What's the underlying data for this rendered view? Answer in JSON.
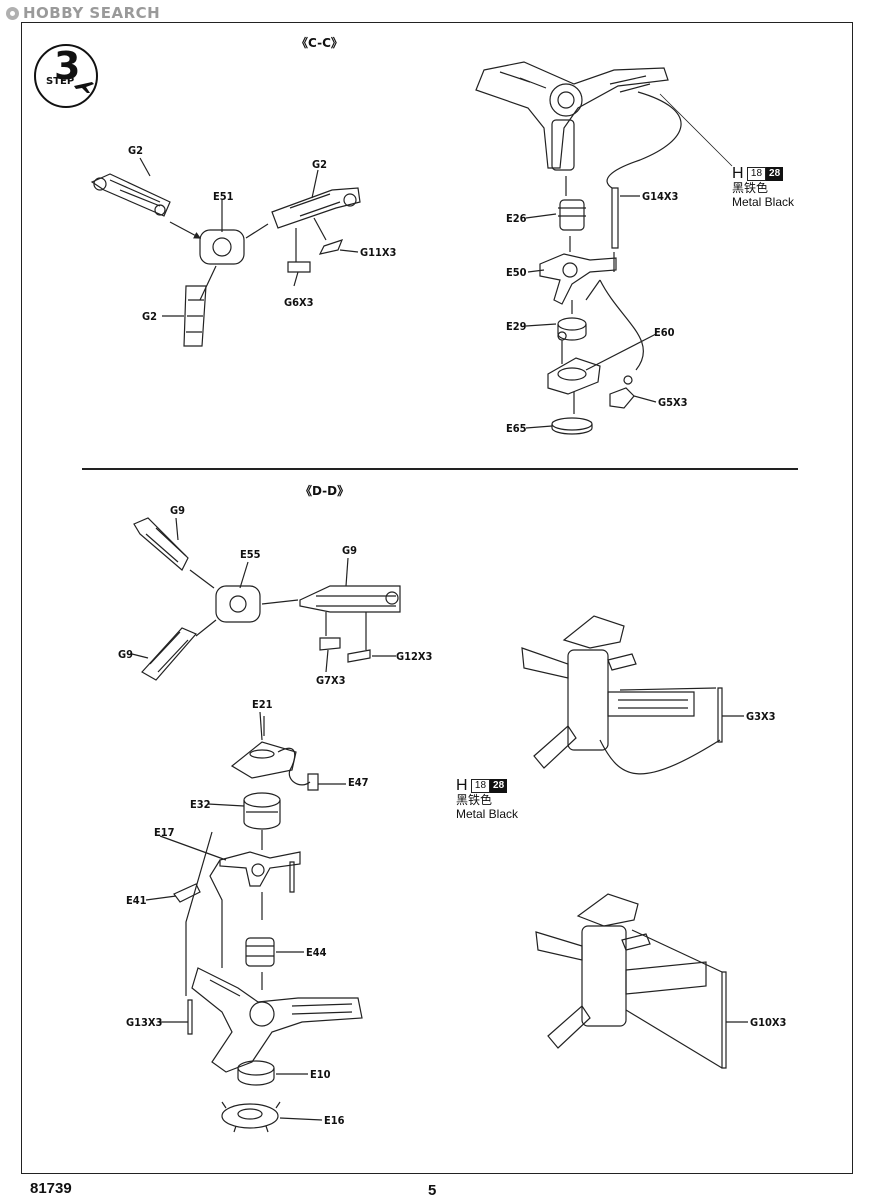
{
  "watermark": "HOBBY SEARCH",
  "step": {
    "number": "3",
    "label": "STEP"
  },
  "section_cc": "《C-C》",
  "section_dd": "《D-D》",
  "paint1": {
    "prefix": "H",
    "code1": "18",
    "code2": "28",
    "name_cn": "黑铁色",
    "name_en": "Metal  Black"
  },
  "paint2": {
    "prefix": "H",
    "code1": "18",
    "code2": "28",
    "name_cn": "黑铁色",
    "name_en": "Metal  Black"
  },
  "labels_cc_left": {
    "g2a": "G2",
    "g2b": "G2",
    "g2c": "G2",
    "e51": "E51",
    "g11x3": "G11X3",
    "g6x3": "G6X3"
  },
  "labels_cc_right": {
    "g14x3": "G14X3",
    "e26": "E26",
    "e50": "E50",
    "e29": "E29",
    "e60": "E60",
    "g5x3": "G5X3",
    "e65": "E65"
  },
  "labels_dd_top": {
    "g9a": "G9",
    "g9b": "G9",
    "g9c": "G9",
    "e55": "E55",
    "g12x3": "G12X3",
    "g7x3": "G7X3"
  },
  "labels_dd_stack": {
    "e21": "E21",
    "e47": "E47",
    "e32": "E32",
    "e17": "E17",
    "e41": "E41",
    "e44": "E44",
    "g13x3": "G13X3",
    "e10": "E10",
    "e16": "E16"
  },
  "labels_dd_right": {
    "g3x3": "G3X3",
    "g10x3": "G10X3"
  },
  "footer": {
    "code": "81739",
    "page": "5"
  }
}
